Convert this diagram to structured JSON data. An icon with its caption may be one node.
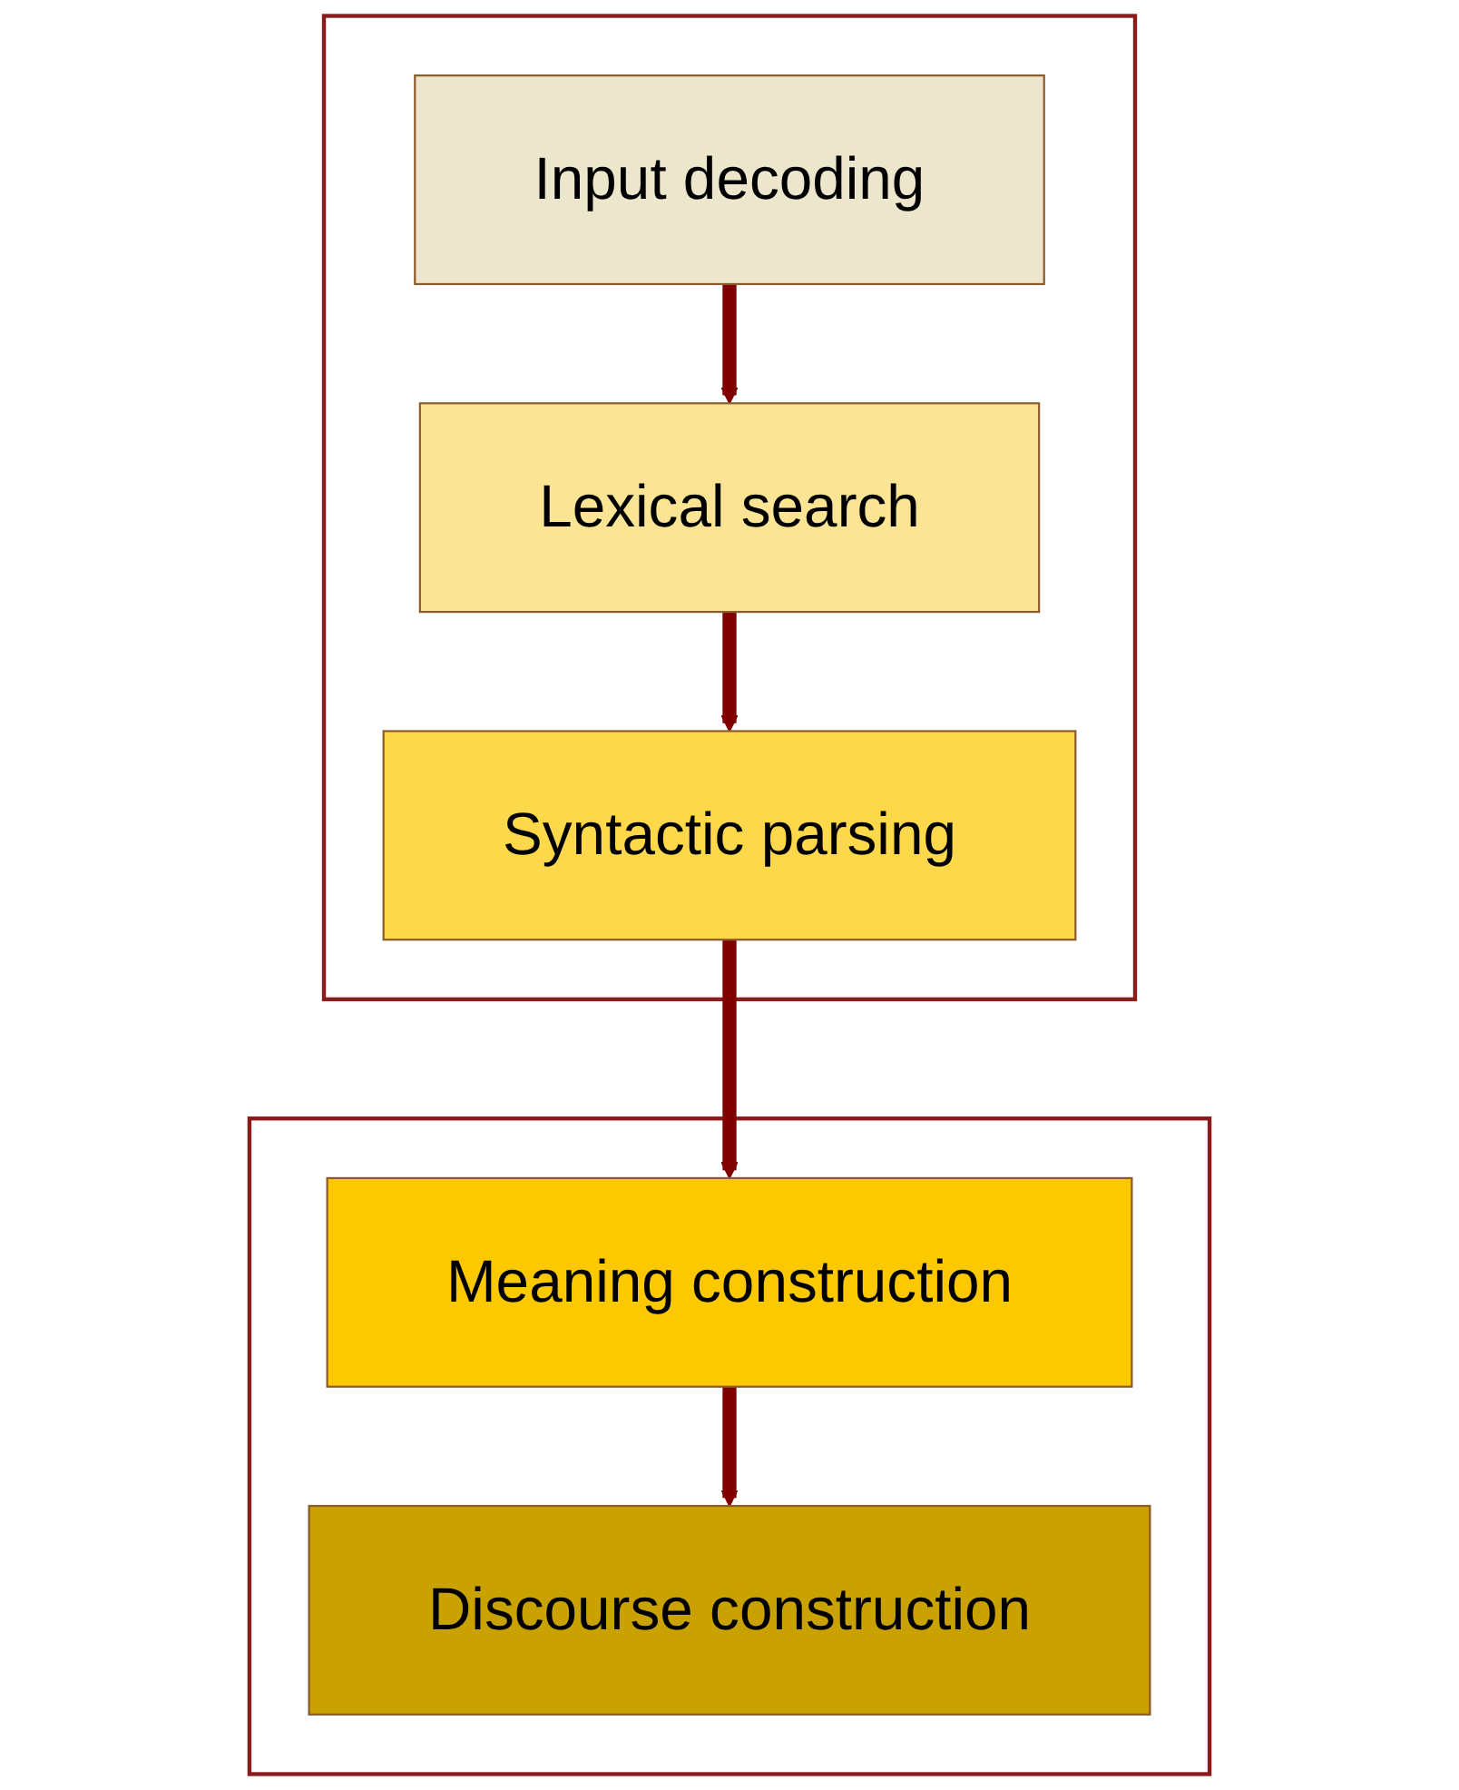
{
  "diagram": {
    "nodes": [
      {
        "text": [],
        "shape": "box"
      },
      {
        "text": [
          "Input decoding"
        ],
        "in": 0
      },
      {
        "text": [
          "Lexical search"
        ],
        "in": 0
      },
      {
        "text": [
          "Syntactic parsing"
        ],
        "in": 0
      },
      {
        "text": [],
        "shape": "box"
      },
      {
        "text": [
          "Meaning construction"
        ],
        "in": 4
      },
      {
        "text": [
          "Discourse construction"
        ],
        "in": 4
      }
    ],
    "edges": [
      {
        "from": 1,
        "to": 2,
        "arrow": "to"
      },
      {
        "from": 2,
        "to": 3,
        "arrow": "to"
      },
      {
        "from": 3,
        "to": 5,
        "arrow": "to"
      },
      {
        "from": 5,
        "to": 6,
        "arrow": "to"
      }
    ]
  }
}
